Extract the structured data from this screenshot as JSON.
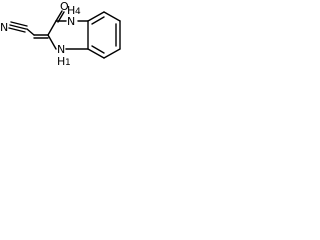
{
  "molecule": {
    "atoms": {
      "nitrile_n": "N",
      "carbonyl_o": "O",
      "amine_top": {
        "element": "N",
        "h": "H",
        "sub": "4"
      },
      "amine_bottom": {
        "element": "N",
        "h": "H",
        "sub": "1"
      }
    },
    "colors": {
      "ink": "#000000",
      "background": "#ffffff"
    }
  }
}
